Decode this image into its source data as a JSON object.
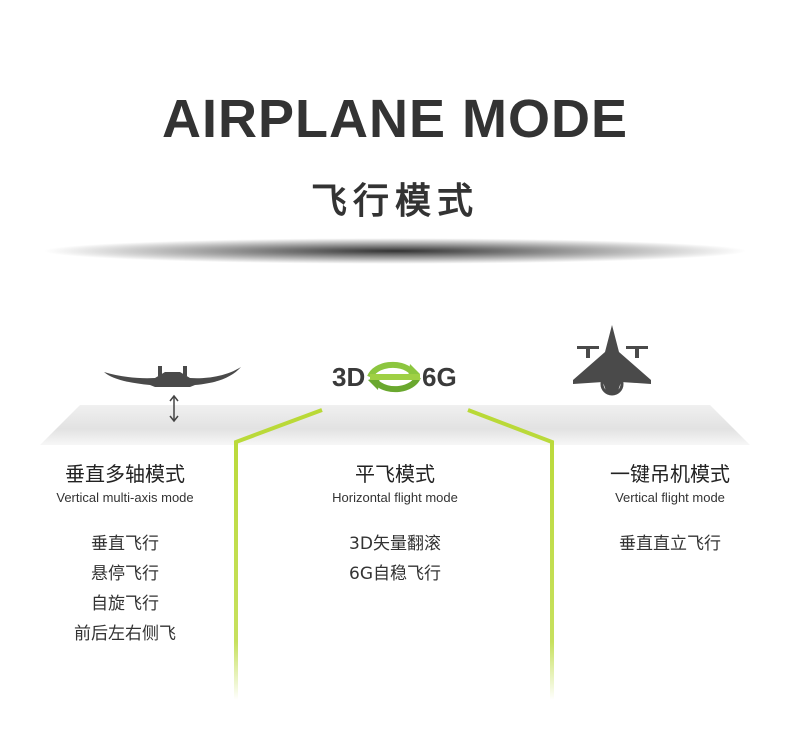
{
  "hero": {
    "title": "AIRPLANE MODE",
    "subtitle": "飞行模式"
  },
  "brand": {
    "accent_color": "#b9d936",
    "text_color": "#333333"
  },
  "center_badge": {
    "left_text": "3D",
    "right_text": "6G",
    "icon": "gyro-arrows-icon"
  },
  "modes": [
    {
      "title": "垂直多轴模式",
      "subtitle": "Vertical multi-axis mode",
      "icon": "flying-wing-vtol-icon",
      "features": [
        "垂直飞行",
        "悬停飞行",
        "自旋飞行",
        "前后左右侧飞"
      ]
    },
    {
      "title": "平飞模式",
      "subtitle": "Horizontal flight mode",
      "icon": "3d-6g-badge-icon",
      "features": [
        "3D矢量翻滚",
        "6G自稳飞行"
      ]
    },
    {
      "title": "一键吊机模式",
      "subtitle": "Vertical flight mode",
      "icon": "delta-wing-hover-icon",
      "features": [
        "垂直直立飞行"
      ]
    }
  ]
}
